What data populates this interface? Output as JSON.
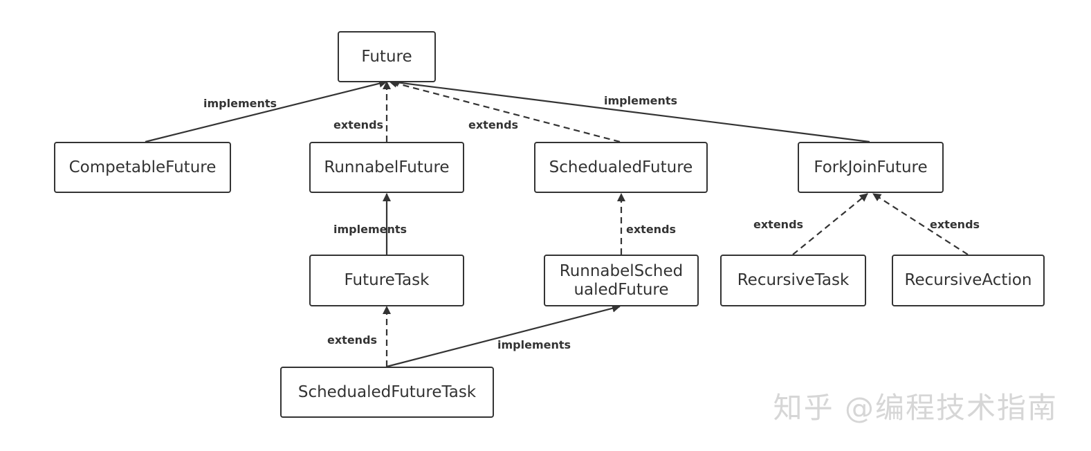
{
  "colors": {
    "stroke": "#333333",
    "text": "#333333",
    "background": "#ffffff",
    "watermark": "#d6d6d6"
  },
  "nodes": {
    "future": "Future",
    "competable_future": "CompetableFuture",
    "runnabel_future": "RunnabelFuture",
    "schedualed_future": "SchedualedFuture",
    "forkjoin_future": "ForkJoinFuture",
    "future_task": "FutureTask",
    "runnabel_schedualed_future": "RunnabelSched\nualedFuture",
    "recursive_task": "RecursiveTask",
    "recursive_action": "RecursiveAction",
    "schedualed_future_task": "SchedualedFutureTask"
  },
  "edges": [
    {
      "from": "competable_future",
      "to": "future",
      "label": "implements",
      "style": "solid"
    },
    {
      "from": "runnabel_future",
      "to": "future",
      "label": "extends",
      "style": "dashed"
    },
    {
      "from": "schedualed_future",
      "to": "future",
      "label": "extends",
      "style": "dashed"
    },
    {
      "from": "forkjoin_future",
      "to": "future",
      "label": "implements",
      "style": "solid"
    },
    {
      "from": "future_task",
      "to": "runnabel_future",
      "label": "implements",
      "style": "solid"
    },
    {
      "from": "runnabel_schedualed_future",
      "to": "schedualed_future",
      "label": "extends",
      "style": "dashed"
    },
    {
      "from": "recursive_task",
      "to": "forkjoin_future",
      "label": "extends",
      "style": "dashed"
    },
    {
      "from": "recursive_action",
      "to": "forkjoin_future",
      "label": "extends",
      "style": "dashed"
    },
    {
      "from": "schedualed_future_task",
      "to": "future_task",
      "label": "extends",
      "style": "dashed"
    },
    {
      "from": "schedualed_future_task",
      "to": "runnabel_schedualed_future",
      "label": "implements",
      "style": "solid"
    }
  ],
  "watermark": "知乎 @编程技术指南"
}
